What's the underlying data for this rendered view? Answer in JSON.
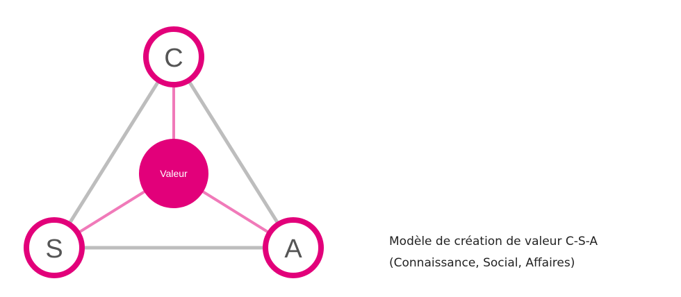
{
  "diagram": {
    "nodes": {
      "top": {
        "label": "C"
      },
      "left": {
        "label": "S"
      },
      "right": {
        "label": "A"
      }
    },
    "center": {
      "label": "Valeur"
    },
    "colors": {
      "accent": "#E2007A",
      "outer_edge": "#BDBDBD",
      "inner_edge": "#F07AB9",
      "letter": "#555555"
    }
  },
  "caption": {
    "line1": "Modèle de création de valeur C-S-A",
    "line2": "(Connaissance, Social, Affaires)"
  }
}
